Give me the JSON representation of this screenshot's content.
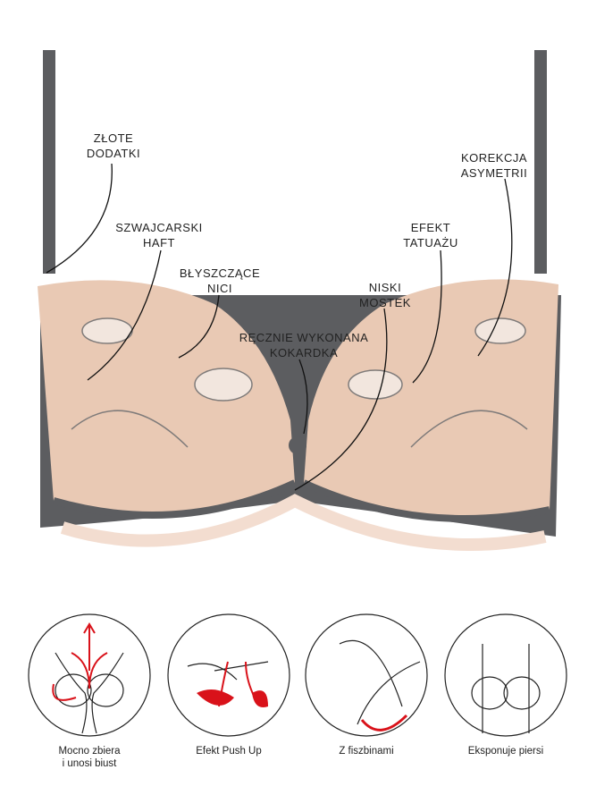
{
  "callouts": [
    {
      "line1": "ZŁOTE",
      "line2": "DODATKI"
    },
    {
      "line1": "SZWAJCARSKI",
      "line2": "HAFT"
    },
    {
      "line1": "BŁYSZCZĄCE",
      "line2": "NICI"
    },
    {
      "line1": "RĘCZNIE WYKONANA",
      "line2": "KOKARDKA"
    },
    {
      "line1": "NISKI",
      "line2": "MOSTEK"
    },
    {
      "line1": "EFEKT",
      "line2": "TATUAŻU"
    },
    {
      "line1": "KOREKCJA",
      "line2": "ASYMETRII"
    }
  ],
  "features": [
    {
      "line1": "Mocno zbiera",
      "line2": "i unosi biust",
      "icon": "lift-arrows-icon"
    },
    {
      "line1": "Efekt Push Up",
      "line2": "",
      "icon": "push-up-pads-icon"
    },
    {
      "line1": "Z fiszbinami",
      "line2": "",
      "icon": "underwire-icon"
    },
    {
      "line1": "Eksponuje piersi",
      "line2": "",
      "icon": "cleavage-icon"
    }
  ],
  "colors": {
    "fabric": "#e9c9b4",
    "trim": "#5c5d60",
    "accent": "#d9121a"
  }
}
